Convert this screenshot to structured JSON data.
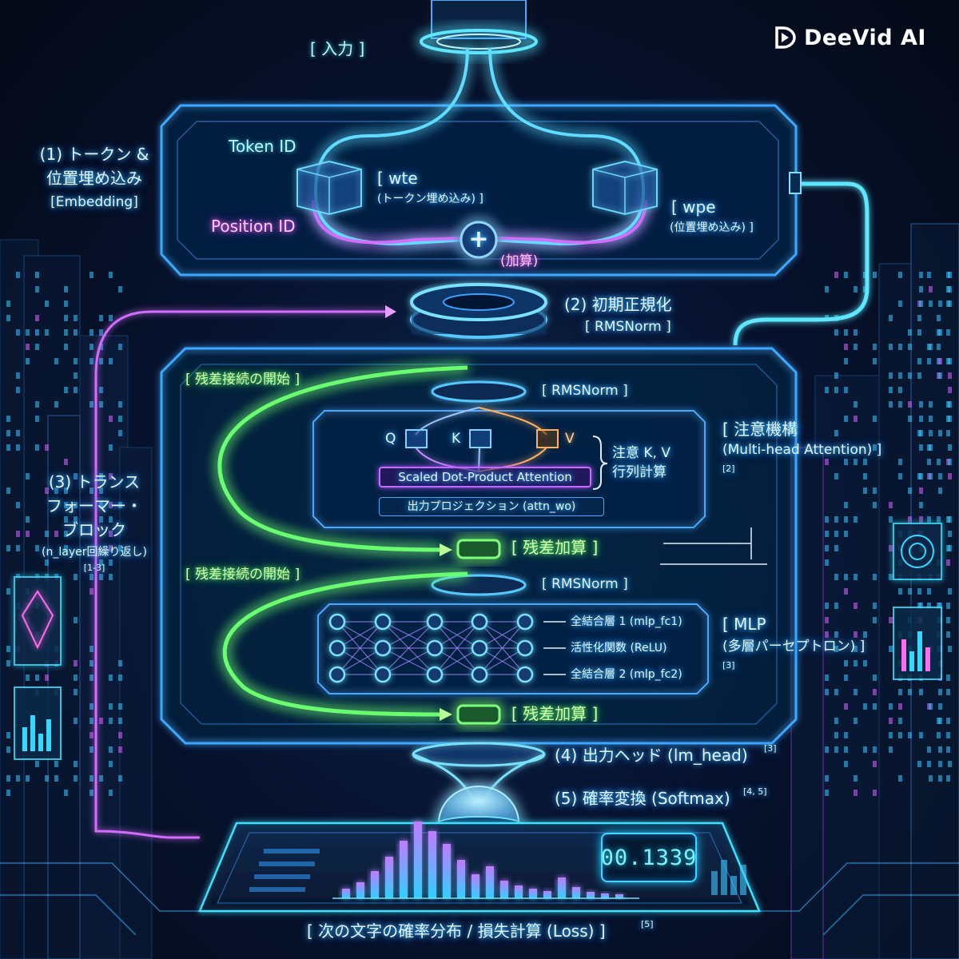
{
  "brand": {
    "name": "DeeVid AI"
  },
  "input": {
    "label": "[ 入力 ]"
  },
  "embedding": {
    "title": [
      "(1) トークン &",
      "位置埋め込み",
      "[Embedding]"
    ],
    "token_id": "Token ID",
    "position_id": "Position ID",
    "wte": "[ wte",
    "wte_sub": "(トークン埋め込み) ]",
    "wpe": "[ wpe",
    "wpe_sub": "(位置埋め込み) ]",
    "add_symbol": "+",
    "add_label": "(加算)"
  },
  "init_norm": {
    "title": "(2) 初期正規化",
    "sub": "[ RMSNorm ]"
  },
  "transformer": {
    "title": [
      "(3) トランス",
      "フォーマー・",
      "ブロック"
    ],
    "sub": "(n_layer回繰り返し)",
    "ref": "[1-3]"
  },
  "attention_block": {
    "residual_start": "[ 残差接続の開始 ]",
    "norm": "[ RMSNorm ]",
    "q": "Q",
    "k": "K",
    "v": "V",
    "kv_note": [
      "注意 K, V",
      "行列計算"
    ],
    "scaled": "Scaled Dot-Product Attention",
    "proj": "出力プロジェクション (attn_wo)",
    "title": "[ 注意機構",
    "title_sub": "(Multi-head Attention) ]",
    "ref": "[2]",
    "residual_add": "[ 残差加算 ]"
  },
  "mlp_block": {
    "residual_start": "[ 残差接続の開始 ]",
    "norm": "[ RMSNorm ]",
    "layers": [
      "全結合層 1 (mlp_fc1)",
      "活性化関数 (ReLU)",
      "全結合層 2 (mlp_fc2)"
    ],
    "title": "[ MLP",
    "title_sub": "(多層パーセプトロン) ]",
    "ref": "[3]",
    "residual_add": "[ 残差加算 ]"
  },
  "output_head": {
    "title": "(4) 出力ヘッド (lm_head)",
    "ref": "[3]"
  },
  "softmax": {
    "title": "(5) 確率変換 (Softmax)",
    "ref": "[4, 5]"
  },
  "display": {
    "value": "00.1339"
  },
  "footer": {
    "title": "[ 次の文字の確率分布 / 損失計算 (Loss) ]",
    "ref": "[5]"
  },
  "colors": {
    "cyan": "#35d9ff",
    "blue": "#3a8bff",
    "green": "#5cff66",
    "purple": "#c86cff",
    "pink": "#ff6cf0",
    "orange": "#ff9a3c",
    "bg": "#050b1c"
  }
}
